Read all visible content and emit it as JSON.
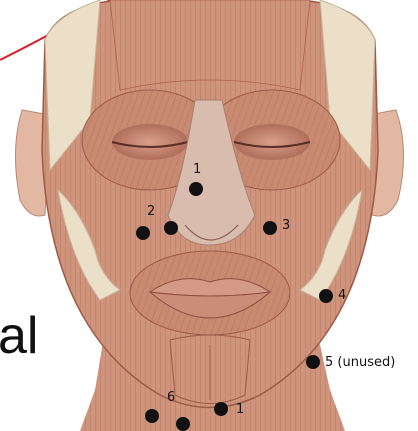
{
  "side_text": "al",
  "colors": {
    "muscle": "#c98a72",
    "muscle_dark": "#a9604c",
    "skin": "#e8c6b2",
    "bone": "#e9dcc4",
    "marker": "#111111",
    "arc": "#d8202a"
  },
  "markers": [
    {
      "id": "1",
      "label": "1"
    },
    {
      "id": "2",
      "label": "2"
    },
    {
      "id": "3",
      "label": "3"
    },
    {
      "id": "4",
      "label": "4"
    },
    {
      "id": "5",
      "label": "5 (unused)"
    },
    {
      "id": "6",
      "label": "6"
    },
    {
      "id": "1-chin",
      "label": "1"
    }
  ]
}
